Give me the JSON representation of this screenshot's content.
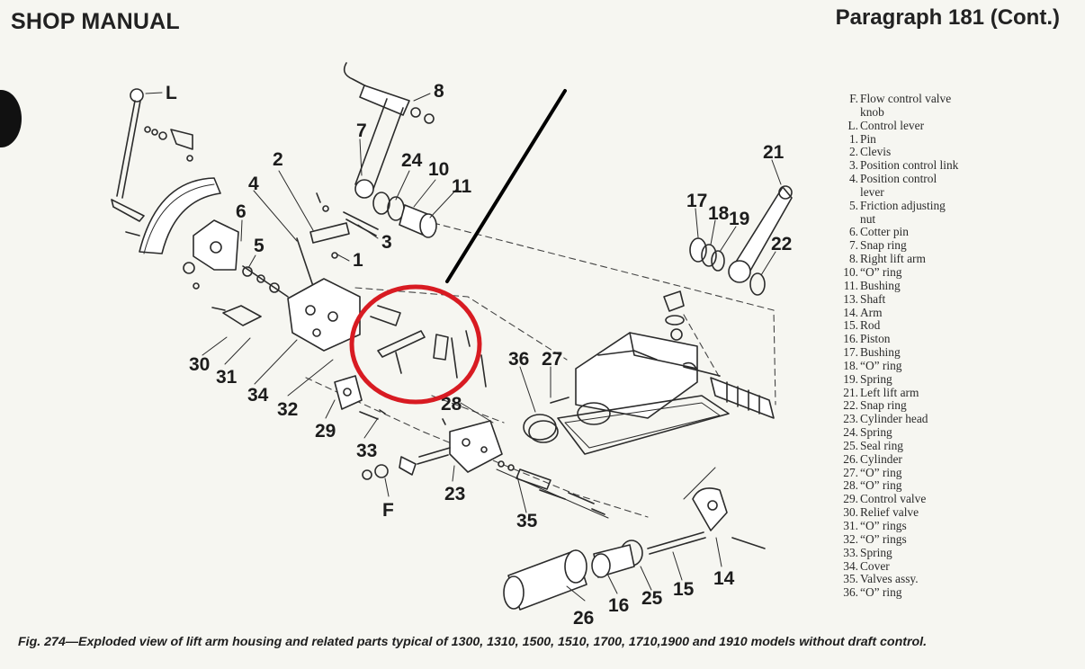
{
  "header": {
    "left_title": "SHOP MANUAL",
    "right_title": "Paragraph 181 (Cont.)"
  },
  "figure": {
    "caption": "Fig. 274—Exploded view of lift arm housing and related parts typical of 1300, 1310, 1500, 1510, 1700, 1710,1900 and 1910 models without draft control.",
    "callouts": [
      "L",
      "8",
      "7",
      "24",
      "10",
      "11",
      "2",
      "4",
      "6",
      "5",
      "3",
      "1",
      "21",
      "17",
      "18",
      "19",
      "22",
      "36",
      "27",
      "30",
      "31",
      "34",
      "32",
      "29",
      "28",
      "33",
      "23",
      "35",
      "F",
      "26",
      "16",
      "25",
      "15",
      "14"
    ],
    "annotation_colors": {
      "circle": "#d81b22",
      "pointer": "#000000"
    }
  },
  "legend": [
    {
      "key": "F.",
      "text": "Flow control valve",
      "cont": "knob"
    },
    {
      "key": "L.",
      "text": "Control lever"
    },
    {
      "key": "1.",
      "text": "Pin"
    },
    {
      "key": "2.",
      "text": "Clevis"
    },
    {
      "key": "3.",
      "text": "Position control link"
    },
    {
      "key": "4.",
      "text": "Position control",
      "cont": "lever"
    },
    {
      "key": "5.",
      "text": "Friction adjusting",
      "cont": "nut"
    },
    {
      "key": "6.",
      "text": "Cotter pin"
    },
    {
      "key": "7.",
      "text": "Snap ring"
    },
    {
      "key": "8.",
      "text": "Right lift arm"
    },
    {
      "key": "10.",
      "text": "“O” ring"
    },
    {
      "key": "11.",
      "text": "Bushing"
    },
    {
      "key": "13.",
      "text": "Shaft"
    },
    {
      "key": "14.",
      "text": "Arm"
    },
    {
      "key": "15.",
      "text": "Rod"
    },
    {
      "key": "16.",
      "text": "Piston"
    },
    {
      "key": "17.",
      "text": "Bushing"
    },
    {
      "key": "18.",
      "text": "“O” ring"
    },
    {
      "key": "19.",
      "text": "Spring"
    },
    {
      "key": "21.",
      "text": "Left lift arm"
    },
    {
      "key": "22.",
      "text": "Snap ring"
    },
    {
      "key": "23.",
      "text": "Cylinder head"
    },
    {
      "key": "24.",
      "text": "Spring"
    },
    {
      "key": "25.",
      "text": "Seal ring"
    },
    {
      "key": "26.",
      "text": "Cylinder"
    },
    {
      "key": "27.",
      "text": "“O” ring"
    },
    {
      "key": "28.",
      "text": "“O” ring"
    },
    {
      "key": "29.",
      "text": "Control valve"
    },
    {
      "key": "30.",
      "text": "Relief valve"
    },
    {
      "key": "31.",
      "text": "“O” rings"
    },
    {
      "key": "32.",
      "text": "“O” rings"
    },
    {
      "key": "33.",
      "text": "Spring"
    },
    {
      "key": "34.",
      "text": "Cover"
    },
    {
      "key": "35.",
      "text": "Valves assy."
    },
    {
      "key": "36.",
      "text": "“O” ring"
    }
  ]
}
